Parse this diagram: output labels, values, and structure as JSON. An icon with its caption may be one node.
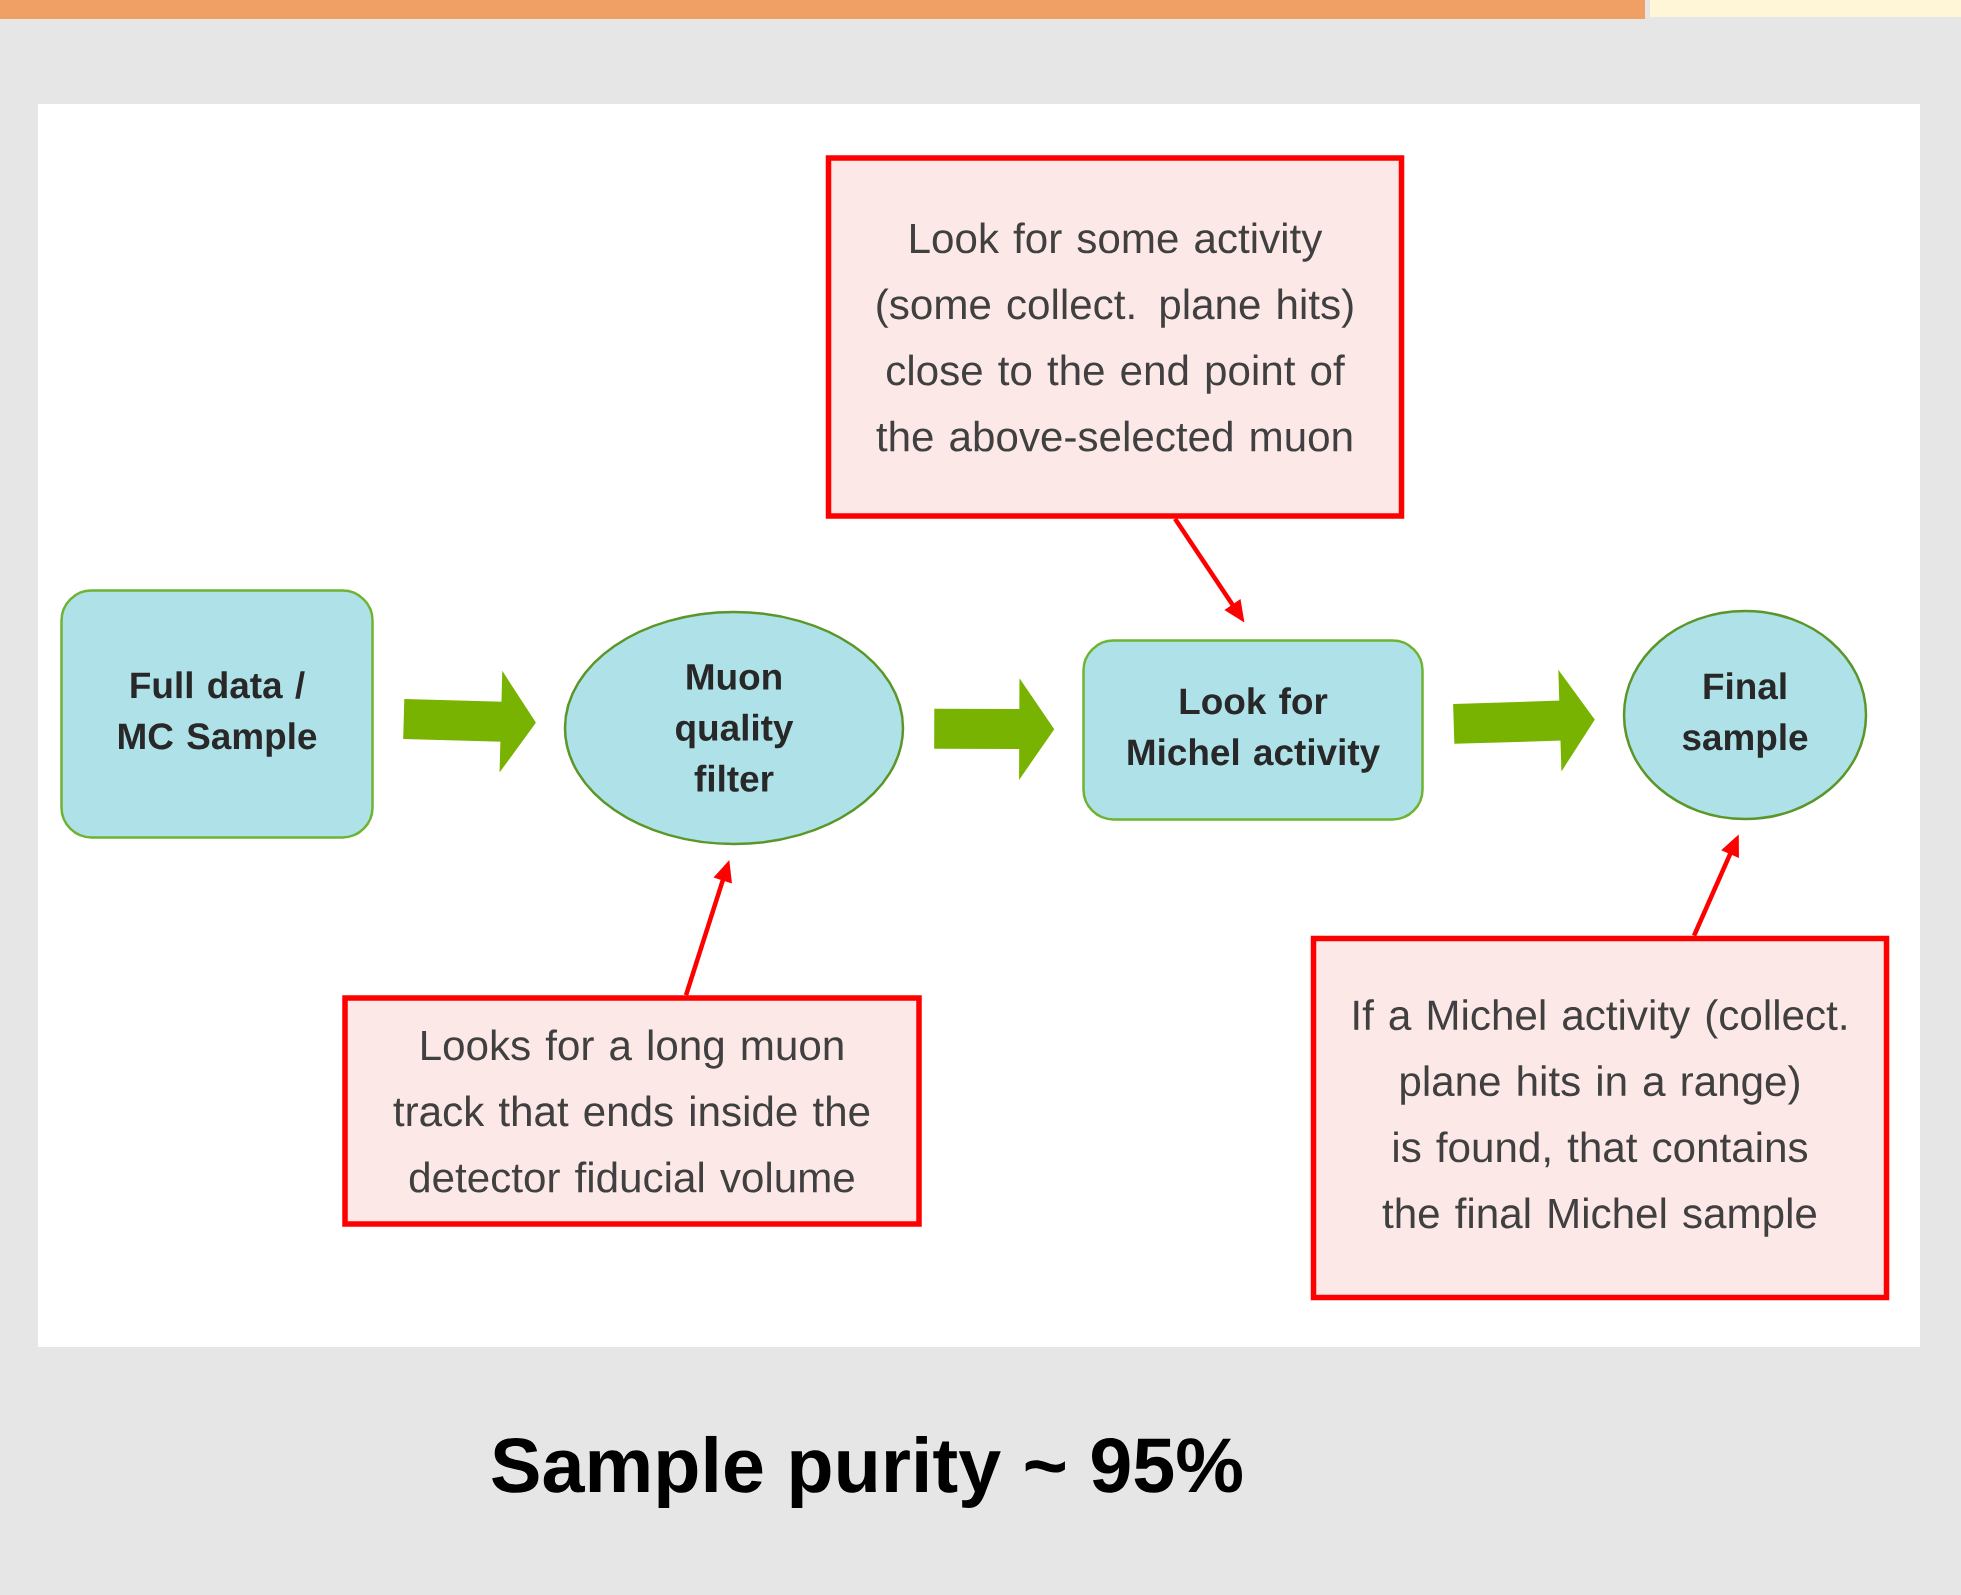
{
  "diagram": {
    "caption": "Sample purity ~ 95%",
    "nodes": [
      {
        "text": [
          "Full data / MC Sample"
        ]
      },
      {
        "text": [
          "Muon quality filter"
        ]
      },
      {
        "text": [
          "Look for Michel activity"
        ]
      },
      {
        "text": [
          "Final sample"
        ]
      },
      {
        "text": [
          "Look for some activity (some collect. plane hits) close to the end point of the above-selected muon"
        ]
      },
      {
        "text": [
          "Looks for a long muon track that ends inside the detector fiducial volume"
        ]
      },
      {
        "text": [
          "If a Michel activity (collect. plane hits in a range) is found, that contains the final Michel sample"
        ]
      }
    ],
    "edges": [
      {
        "from": 0,
        "to": 1,
        "arrow": "to",
        "style": "thick",
        "color": "#77b300"
      },
      {
        "from": 1,
        "to": 2,
        "arrow": "to",
        "style": "thick",
        "color": "#77b300"
      },
      {
        "from": 2,
        "to": 3,
        "arrow": "to",
        "style": "thick",
        "color": "#77b300"
      },
      {
        "from": 4,
        "to": 2,
        "arrow": "to",
        "color": "#ff0000"
      },
      {
        "from": 5,
        "to": 1,
        "arrow": "to",
        "color": "#ff0000"
      },
      {
        "from": 6,
        "to": 3,
        "arrow": "to",
        "color": "#ff0000"
      }
    ]
  }
}
